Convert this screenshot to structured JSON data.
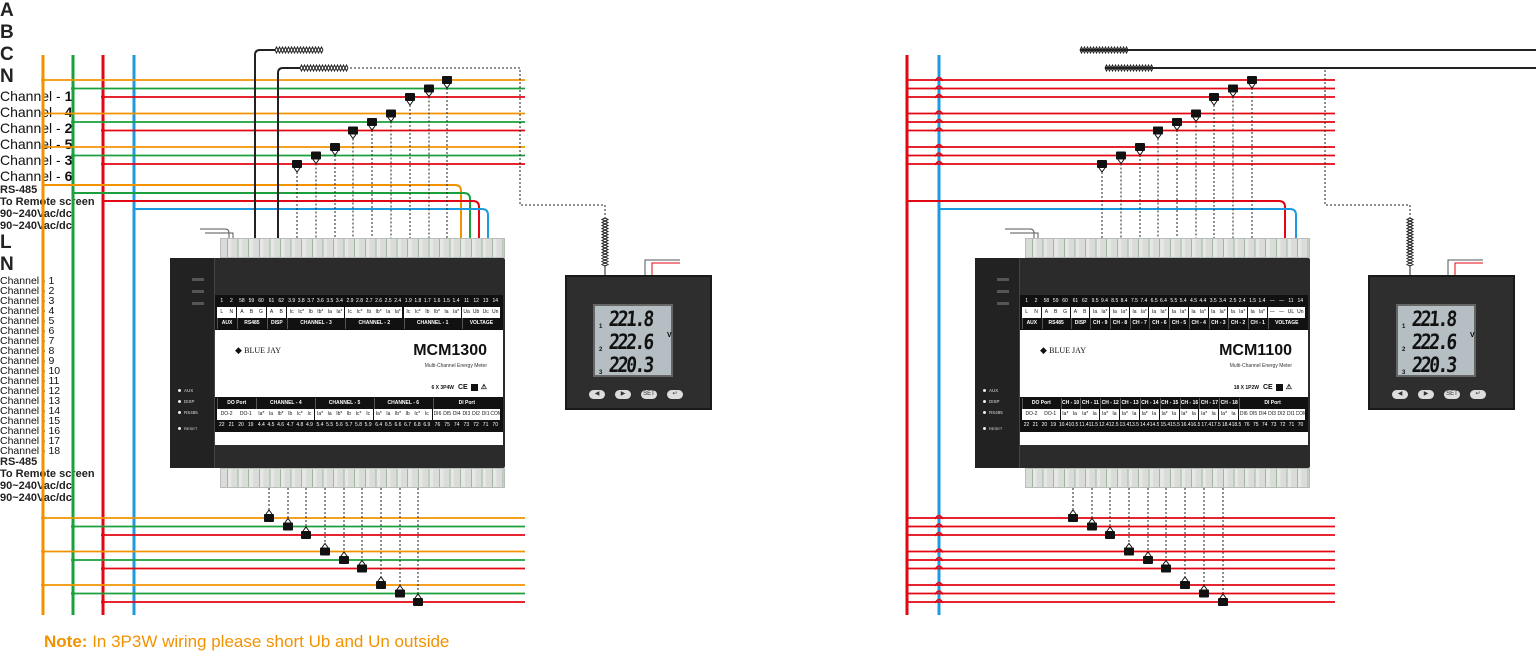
{
  "note": {
    "label": "Note:",
    "text": "In 3P3W wiring please short Ub and Un outside"
  },
  "colors": {
    "A": "#f39200",
    "B": "#1aa03c",
    "C": "#e30613",
    "N": "#1e9be0",
    "L": "#e30613"
  },
  "left": {
    "buses": [
      {
        "label": "A",
        "color": "#f39200"
      },
      {
        "label": "B",
        "color": "#1aa03c"
      },
      {
        "label": "C",
        "color": "#e30613"
      },
      {
        "label": "N",
        "color": "#1e9be0"
      }
    ],
    "rs485_label": "RS-485",
    "remote_label": "To Remote screen",
    "supply_label": "90~240Vac/dc",
    "channels": [
      {
        "prefix": "Channel - ",
        "num": "1"
      },
      {
        "prefix": "Channel - ",
        "num": "2"
      },
      {
        "prefix": "Channel - ",
        "num": "3"
      },
      {
        "prefix": "Channel - ",
        "num": "4"
      },
      {
        "prefix": "Channel - ",
        "num": "5"
      },
      {
        "prefix": "Channel - ",
        "num": "6"
      }
    ],
    "meter": {
      "brand": "BLUE JAY",
      "model": "MCM1300",
      "subtitle": "Multi-Channel Energy Meter",
      "rating": "6 X 3P4W",
      "ce": "CE",
      "leds": [
        "AUX",
        "DISP",
        "RS485"
      ],
      "reset": "RESET",
      "top": [
        {
          "numbers": [
            "1",
            "2"
          ],
          "letters": [
            "L",
            "N"
          ],
          "section": "AUX"
        },
        {
          "numbers": [
            "58",
            "59",
            "60"
          ],
          "letters": [
            "A",
            "B",
            "G"
          ],
          "section": "RS485"
        },
        {
          "numbers": [
            "61",
            "62"
          ],
          "letters": [
            "A",
            "B"
          ],
          "section": "DISP"
        },
        {
          "numbers": [
            "3.9",
            "3.8",
            "3.7",
            "3.6",
            "3.5",
            "3.4"
          ],
          "letters": [
            "Ic",
            "Ic*",
            "Ib",
            "Ib*",
            "Ia",
            "Ia*"
          ],
          "section": "CHANNEL - 3"
        },
        {
          "numbers": [
            "2.9",
            "2.8",
            "2.7",
            "2.6",
            "2.5",
            "2.4"
          ],
          "letters": [
            "Ic",
            "Ic*",
            "Ib",
            "Ib*",
            "Ia",
            "Ia*"
          ],
          "section": "CHANNEL - 2"
        },
        {
          "numbers": [
            "1.9",
            "1.8",
            "1.7",
            "1.6",
            "1.5",
            "1.4"
          ],
          "letters": [
            "Ic",
            "Ic*",
            "Ib",
            "Ib*",
            "Ia",
            "Ia*"
          ],
          "section": "CHANNEL - 1"
        },
        {
          "numbers": [
            "11",
            "12",
            "13",
            "14"
          ],
          "letters": [
            "Ua",
            "Ub",
            "Uc",
            "Un"
          ],
          "section": "VOLTAGE"
        }
      ],
      "bottom": [
        {
          "section": "DO Port",
          "letters": [
            "DO-2",
            "DO-1"
          ],
          "numbers": [
            "22",
            "21",
            "20",
            "19"
          ]
        },
        {
          "section": "CHANNEL - 4",
          "letters": [
            "Ia*",
            "Ia",
            "Ib*",
            "Ib",
            "Ic*",
            "Ic"
          ],
          "numbers": [
            "4.4",
            "4.5",
            "4.6",
            "4.7",
            "4.8",
            "4.9"
          ]
        },
        {
          "section": "CHANNEL - 5",
          "letters": [
            "Ia*",
            "Ia",
            "Ib*",
            "Ib",
            "Ic*",
            "Ic"
          ],
          "numbers": [
            "5.4",
            "5.5",
            "5.6",
            "5.7",
            "5.8",
            "5.9"
          ]
        },
        {
          "section": "CHANNEL - 6",
          "letters": [
            "Ia*",
            "Ia",
            "Ib*",
            "Ib",
            "Ic*",
            "Ic"
          ],
          "numbers": [
            "6.4",
            "6.5",
            "6.6",
            "6.7",
            "6.8",
            "6.9"
          ]
        },
        {
          "section": "DI Port",
          "letters": [
            "DI6",
            "DI5",
            "DI4",
            "DI3",
            "DI2",
            "DI1",
            "COM"
          ],
          "numbers": [
            "76",
            "75",
            "74",
            "73",
            "72",
            "71",
            "70"
          ]
        }
      ]
    },
    "screen": {
      "rows": [
        {
          "idx": "1",
          "value": "221.8"
        },
        {
          "idx": "2",
          "value": "222.6"
        },
        {
          "idx": "3",
          "value": "220.3"
        }
      ],
      "unit": "V",
      "supply_label": "90~240Vac/dc",
      "buttons": [
        "◀",
        "▶",
        "SET",
        "↵"
      ]
    }
  },
  "right": {
    "buses": [
      {
        "label": "L",
        "color": "#e30613"
      },
      {
        "label": "N",
        "color": "#1e9be0"
      }
    ],
    "rs485_label": "RS-485",
    "remote_label": "To Remote screen",
    "supply_label": "90~240Vac/dc",
    "channels": [
      "Channel - 1",
      "Channel - 2",
      "Channel - 3",
      "Channel - 4",
      "Channel - 5",
      "Channel - 6",
      "Channel - 7",
      "Channel - 8",
      "Channel - 9",
      "Channel - 10",
      "Channel - 11",
      "Channel - 12",
      "Channel - 13",
      "Channel - 14",
      "Channel - 15",
      "Channel - 16",
      "Channel - 17",
      "Channel - 18"
    ],
    "meter": {
      "brand": "BLUE JAY",
      "model": "MCM1100",
      "subtitle": "Multi-Channel Energy Meter",
      "rating": "18 X 1P2W",
      "ce": "CE",
      "leds": [
        "AUX",
        "DISP",
        "RS485"
      ],
      "reset": "RESET",
      "top": [
        {
          "numbers": [
            "1",
            "2"
          ],
          "letters": [
            "L",
            "N"
          ],
          "section": "AUX"
        },
        {
          "numbers": [
            "58",
            "59",
            "60"
          ],
          "letters": [
            "A",
            "B",
            "G"
          ],
          "section": "RS485"
        },
        {
          "numbers": [
            "61",
            "62"
          ],
          "letters": [
            "A",
            "B"
          ],
          "section": "DISP"
        },
        {
          "numbers": [
            "9.5",
            "9.4"
          ],
          "letters": [
            "Ia",
            "Ia*"
          ],
          "section": "CH - 9"
        },
        {
          "numbers": [
            "8.5",
            "8.4"
          ],
          "letters": [
            "Ia",
            "Ia*"
          ],
          "section": "CH - 8"
        },
        {
          "numbers": [
            "7.5",
            "7.4"
          ],
          "letters": [
            "Ia",
            "Ia*"
          ],
          "section": "CH - 7"
        },
        {
          "numbers": [
            "6.5",
            "6.4"
          ],
          "letters": [
            "Ia",
            "Ia*"
          ],
          "section": "CH - 6"
        },
        {
          "numbers": [
            "5.5",
            "5.4"
          ],
          "letters": [
            "Ia",
            "Ia*"
          ],
          "section": "CH - 5"
        },
        {
          "numbers": [
            "4.5",
            "4.4"
          ],
          "letters": [
            "Ia",
            "Ia*"
          ],
          "section": "CH - 4"
        },
        {
          "numbers": [
            "3.5",
            "3.4"
          ],
          "letters": [
            "Ia",
            "Ia*"
          ],
          "section": "CH - 3"
        },
        {
          "numbers": [
            "2.5",
            "2.4"
          ],
          "letters": [
            "Ia",
            "Ia*"
          ],
          "section": "CH - 2"
        },
        {
          "numbers": [
            "1.5",
            "1.4"
          ],
          "letters": [
            "Ia",
            "Ia*"
          ],
          "section": "CH - 1"
        },
        {
          "numbers": [
            "—",
            "—",
            "11",
            "14"
          ],
          "letters": [
            "—",
            "—",
            "UL",
            "Un"
          ],
          "section": "VOLTAGE"
        }
      ],
      "bottom": [
        {
          "section": "DO Port",
          "letters": [
            "DO-2",
            "DO-1"
          ],
          "numbers": [
            "22",
            "21",
            "20",
            "19"
          ]
        },
        {
          "section": "CH - 10",
          "letters": [
            "Ia*",
            "Ia"
          ],
          "numbers": [
            "10.4",
            "10.5"
          ]
        },
        {
          "section": "CH - 11",
          "letters": [
            "Ia*",
            "Ia"
          ],
          "numbers": [
            "11.4",
            "11.5"
          ]
        },
        {
          "section": "CH - 12",
          "letters": [
            "Ia*",
            "Ia"
          ],
          "numbers": [
            "12.4",
            "12.5"
          ]
        },
        {
          "section": "CH - 13",
          "letters": [
            "Ia*",
            "Ia"
          ],
          "numbers": [
            "13.4",
            "13.5"
          ]
        },
        {
          "section": "CH - 14",
          "letters": [
            "Ia*",
            "Ia"
          ],
          "numbers": [
            "14.4",
            "14.5"
          ]
        },
        {
          "section": "CH - 15",
          "letters": [
            "Ia*",
            "Ia"
          ],
          "numbers": [
            "15.4",
            "15.5"
          ]
        },
        {
          "section": "CH - 16",
          "letters": [
            "Ia*",
            "Ia"
          ],
          "numbers": [
            "16.4",
            "16.5"
          ]
        },
        {
          "section": "CH - 17",
          "letters": [
            "Ia*",
            "Ia"
          ],
          "numbers": [
            "17.4",
            "17.5"
          ]
        },
        {
          "section": "CH - 18",
          "letters": [
            "Ia*",
            "Ia"
          ],
          "numbers": [
            "18.4",
            "18.5"
          ]
        },
        {
          "section": "DI Port",
          "letters": [
            "DI6",
            "DI5",
            "DI4",
            "DI3",
            "DI2",
            "DI1",
            "COM"
          ],
          "numbers": [
            "76",
            "75",
            "74",
            "73",
            "72",
            "71",
            "70"
          ]
        }
      ]
    },
    "screen": {
      "rows": [
        {
          "idx": "1",
          "value": "221.8"
        },
        {
          "idx": "2",
          "value": "222.6"
        },
        {
          "idx": "3",
          "value": "220.3"
        }
      ],
      "unit": "V",
      "supply_label": "90~240Vac/dc",
      "buttons": [
        "◀",
        "▶",
        "SET",
        "↵"
      ]
    }
  }
}
